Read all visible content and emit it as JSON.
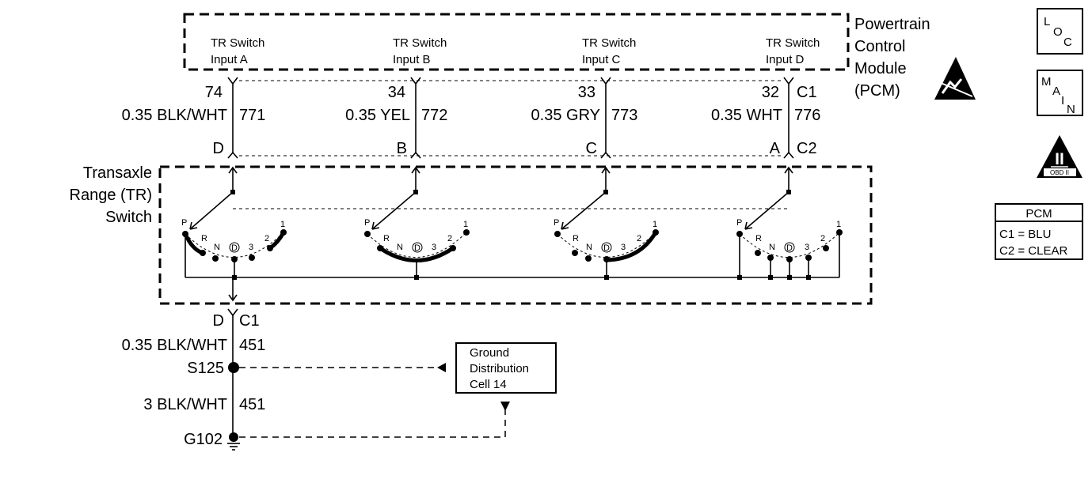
{
  "pcm": {
    "title_lines": [
      "Powertrain",
      "Control",
      "Module",
      "(PCM)"
    ],
    "inputs": [
      {
        "line1": "TR Switch",
        "line2": "Input A"
      },
      {
        "line1": "TR Switch",
        "line2": "Input B"
      },
      {
        "line1": "TR Switch",
        "line2": "Input C"
      },
      {
        "line1": "TR Switch",
        "line2": "Input D"
      }
    ]
  },
  "wires": [
    {
      "pin": "74",
      "gauge_color": "0.35 BLK/WHT",
      "circuit": "771",
      "tr_pin": "D"
    },
    {
      "pin": "34",
      "gauge_color": "0.35 YEL",
      "circuit": "772",
      "tr_pin": "B"
    },
    {
      "pin": "33",
      "gauge_color": "0.35 GRY",
      "circuit": "773",
      "tr_pin": "C"
    },
    {
      "pin": "32",
      "gauge_color": "0.35 WHT",
      "circuit": "776",
      "tr_pin": "A"
    }
  ],
  "connectors": {
    "top": "C1",
    "bottom": "C2"
  },
  "tr_switch": {
    "title_lines": [
      "Transaxle",
      "Range (TR)",
      "Switch"
    ],
    "positions": [
      "P",
      "R",
      "N",
      "D",
      "3",
      "2",
      "1"
    ]
  },
  "ground_circuit": {
    "pin": "D",
    "connector": "C1",
    "upper_wire": {
      "gauge_color": "0.35 BLK/WHT",
      "circuit": "451"
    },
    "splice": "S125",
    "lower_wire": {
      "gauge_color": "3 BLK/WHT",
      "circuit": "451"
    },
    "ground": "G102",
    "distribution_lines": [
      "Ground",
      "Distribution",
      "Cell 14"
    ]
  },
  "legend": {
    "loc_letters": [
      "L",
      "O",
      "C"
    ],
    "main_letters": [
      "M",
      "A",
      "I",
      "N"
    ],
    "obd_numeral": "II",
    "obd_label": "OBD II",
    "pcm_table": {
      "header": "PCM",
      "rows": [
        "C1 = BLU",
        "C2 = CLEAR"
      ]
    }
  }
}
